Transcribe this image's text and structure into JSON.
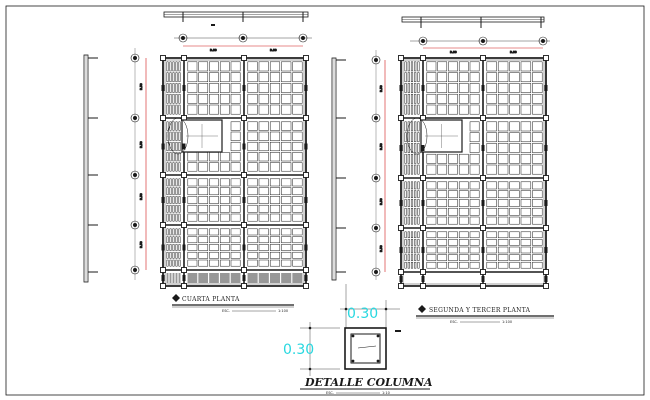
{
  "drawing": {
    "plan_left": {
      "title": "CUARTA PLANTA",
      "scale_prefix": "ESC.",
      "scale": "1:100"
    },
    "plan_right": {
      "title": "SEGUNDA Y TERCER PLANTA",
      "scale_prefix": "ESC.",
      "scale": "1:100"
    },
    "column_detail": {
      "title": "DETALLE COLUMNA",
      "scale_prefix": "ESC.",
      "scale": "1:10",
      "dim_horizontal": "0.30",
      "dim_vertical": "0.30"
    }
  },
  "colors": {
    "line": "#1a1a1a",
    "dimension_text": "#28d8e0",
    "dimension_line": "#d01818",
    "annotation_green": "#1a9a1a",
    "annotation_blue": "#2233cc",
    "background": "#ffffff"
  }
}
